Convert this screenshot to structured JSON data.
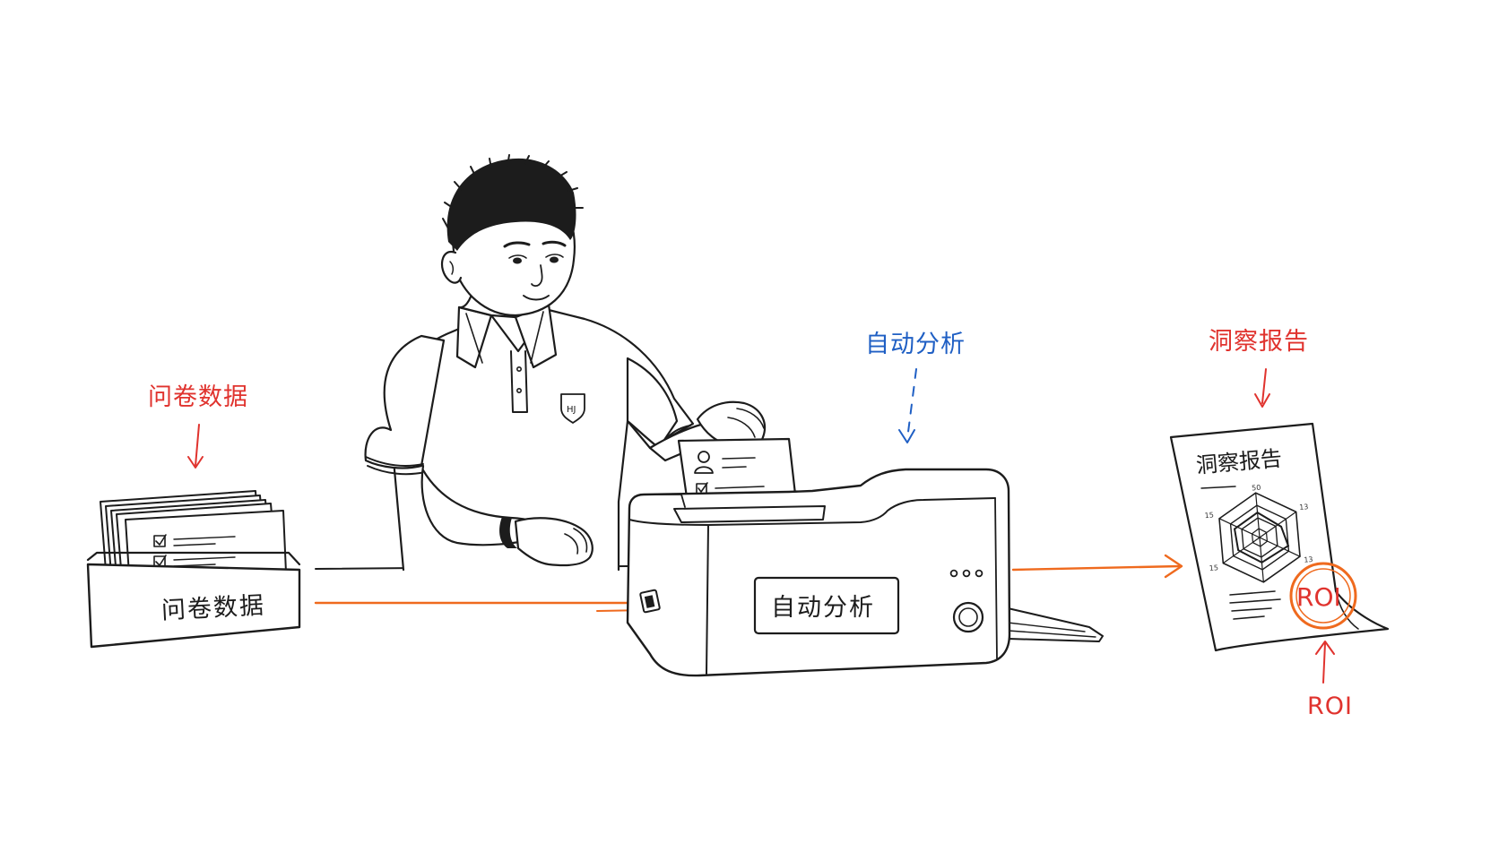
{
  "labels": {
    "survey_data": "问卷数据",
    "auto_analysis": "自动分析",
    "insight_report": "洞察报告",
    "roi": "ROI"
  },
  "box": {
    "label": "问卷数据"
  },
  "machine": {
    "label": "自动分析"
  },
  "shirt": {
    "logo": "HJ"
  },
  "report": {
    "title": "洞察报告",
    "stamp": "ROI",
    "radar_ticks": [
      "50",
      "13",
      "13",
      "15",
      "15"
    ]
  },
  "colors": {
    "red": "#e0332e",
    "blue": "#1f5fc4",
    "orange": "#ef6a1e",
    "ink": "#1c1c1c"
  }
}
